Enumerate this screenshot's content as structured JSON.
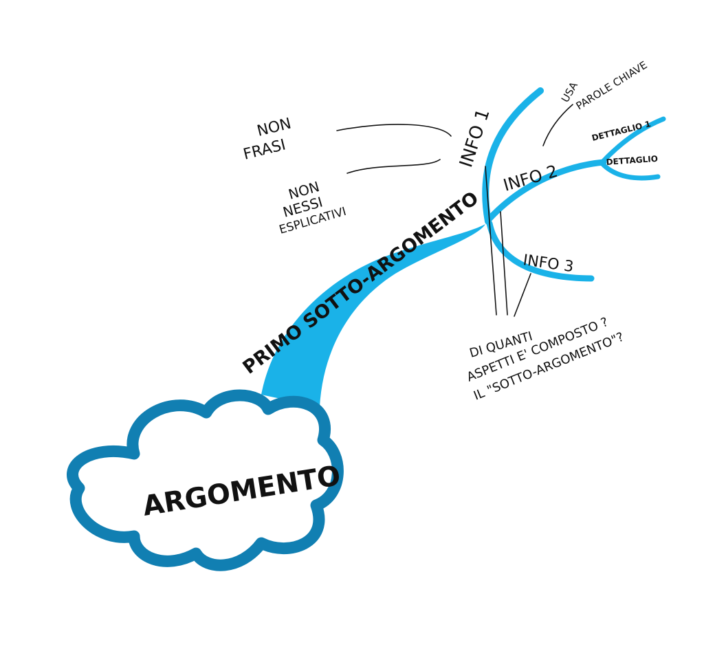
{
  "central_topic": "ARGOMENTO",
  "main_branch": "PRIMO SOTTO-ARGOMENTO",
  "sub_branches": {
    "info1": "INFO 1",
    "info2": "INFO 2",
    "info3": "INFO 3",
    "detail1": "DETTAGLIO 1",
    "detail2": "DETTAGLIO"
  },
  "notes": {
    "non_frasi": [
      "NON",
      "FRASI"
    ],
    "non_nessi": [
      "NON",
      "NESSI",
      "ESPLICATIVI"
    ],
    "parole_chiave": [
      "USA",
      "PAROLE CHIAVE"
    ],
    "question": [
      "DI QUANTI",
      "ASPETTI E' COMPOSTO ?",
      "IL \"SOTTO-ARGOMENTO\"?"
    ]
  },
  "colors": {
    "branch": "#1ab2e8",
    "cloud": "#117fb2",
    "ink": "#111111"
  }
}
